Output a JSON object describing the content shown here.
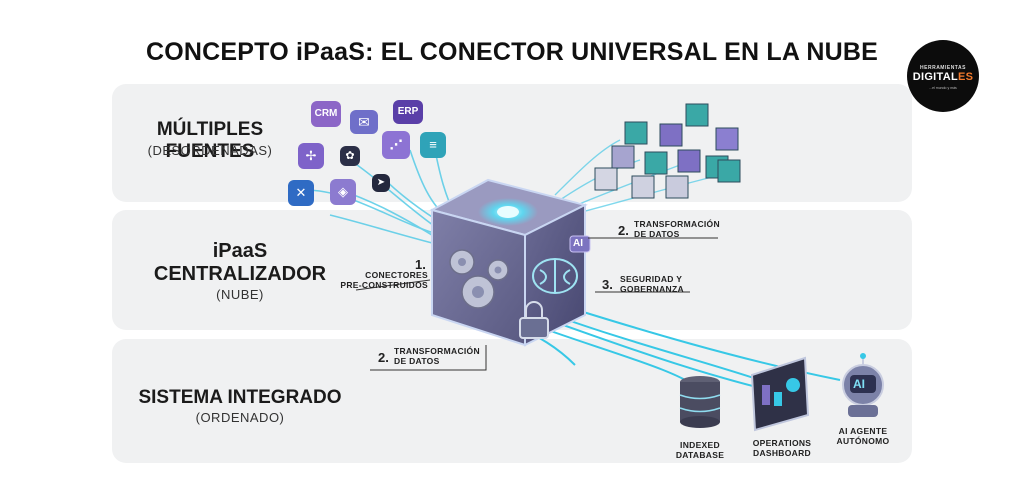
{
  "title": "CONCEPTO iPaaS: EL CONECTOR UNIVERSAL EN LA NUBE",
  "logo": {
    "line1": "HERRAMIENTAS",
    "line2a": "DIGITAL",
    "line2b": "ES",
    "line3": "...el mundo y más"
  },
  "sections": {
    "sources": {
      "title": "MÚLTIPLES FUENTES",
      "subtitle": "(DESORDENADAS)"
    },
    "centralizer": {
      "title_line1": "iPaaS",
      "title_line2": "CENTRALIZADOR",
      "subtitle": "(NUBE)"
    },
    "integrated": {
      "title": "SISTEMA INTEGRADO",
      "subtitle": "(ORDENADO)"
    }
  },
  "source_icons": {
    "crm": "CRM",
    "erp": "ERP"
  },
  "cube_badge": "AI",
  "callouts": {
    "connectors": {
      "number": "1.",
      "line1": "CONECTORES",
      "line2": "PRE-CONSTRUIDOS"
    },
    "transform_top": {
      "number": "2.",
      "line1": "TRANSFORMACIÓN",
      "line2": "DE DATOS"
    },
    "security": {
      "number": "3.",
      "line1": "SEGURIDAD Y",
      "line2": "GOBERNANZA"
    },
    "transform_bottom": {
      "number": "2.",
      "line1": "TRANSFORMACIÓN",
      "line2": "DE DATOS"
    }
  },
  "outputs": {
    "database": {
      "line1": "INDEXED",
      "line2": "DATABASE"
    },
    "dashboard": {
      "line1": "OPERATIONS",
      "line2": "DASHBOARD"
    },
    "agent": {
      "badge": "AI",
      "line1": "AI AGENTE",
      "line2": "AUTÓNOMO"
    }
  },
  "colors": {
    "band": "#f0f1f2",
    "flow_cyan": "#37c8e6",
    "cube_purple": "#6a5aa8",
    "teal": "#3aa8a6"
  }
}
